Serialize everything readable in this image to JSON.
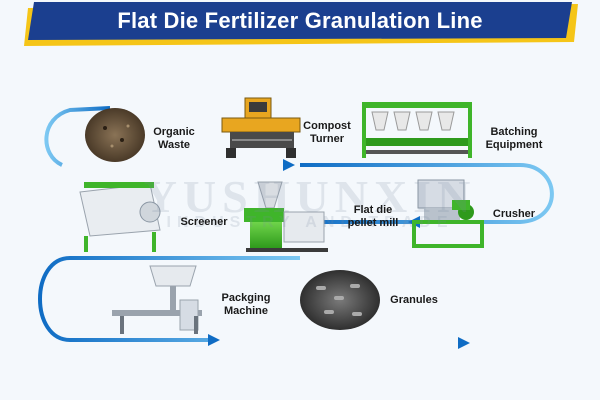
{
  "header": {
    "title": "Flat Die Fertilizer Granulation Line",
    "bg_color": "#1b3f8f",
    "accent_color": "#f5c518"
  },
  "watermark": {
    "brand": "YUSHUNXIN",
    "sub": "INDUSTRY AND TRADE"
  },
  "flow": {
    "line_color": "#1a79c9",
    "light_color": "#6fc0ee"
  },
  "steps": [
    {
      "id": "organic-waste",
      "label_lines": [
        "Organic",
        "Waste"
      ],
      "icon": "organic-waste-pile"
    },
    {
      "id": "compost-turner",
      "label_lines": [
        "Compost",
        "Turner"
      ],
      "icon": "compost-turner-machine"
    },
    {
      "id": "batching-equipment",
      "label_lines": [
        "Batching",
        "Equipment"
      ],
      "icon": "batching-machine"
    },
    {
      "id": "crusher",
      "label_lines": [
        "Crusher"
      ],
      "icon": "crusher-machine"
    },
    {
      "id": "flat-die-pellet-mill",
      "label_lines": [
        "Flat die",
        "pellet mill"
      ],
      "icon": "pellet-mill-machine"
    },
    {
      "id": "screener",
      "label_lines": [
        "Screener"
      ],
      "icon": "screener-machine"
    },
    {
      "id": "packaging-machine",
      "label_lines": [
        "Packging",
        "Machine"
      ],
      "icon": "packaging-machine"
    },
    {
      "id": "granules",
      "label_lines": [
        "Granules"
      ],
      "icon": "granules-pile"
    }
  ]
}
